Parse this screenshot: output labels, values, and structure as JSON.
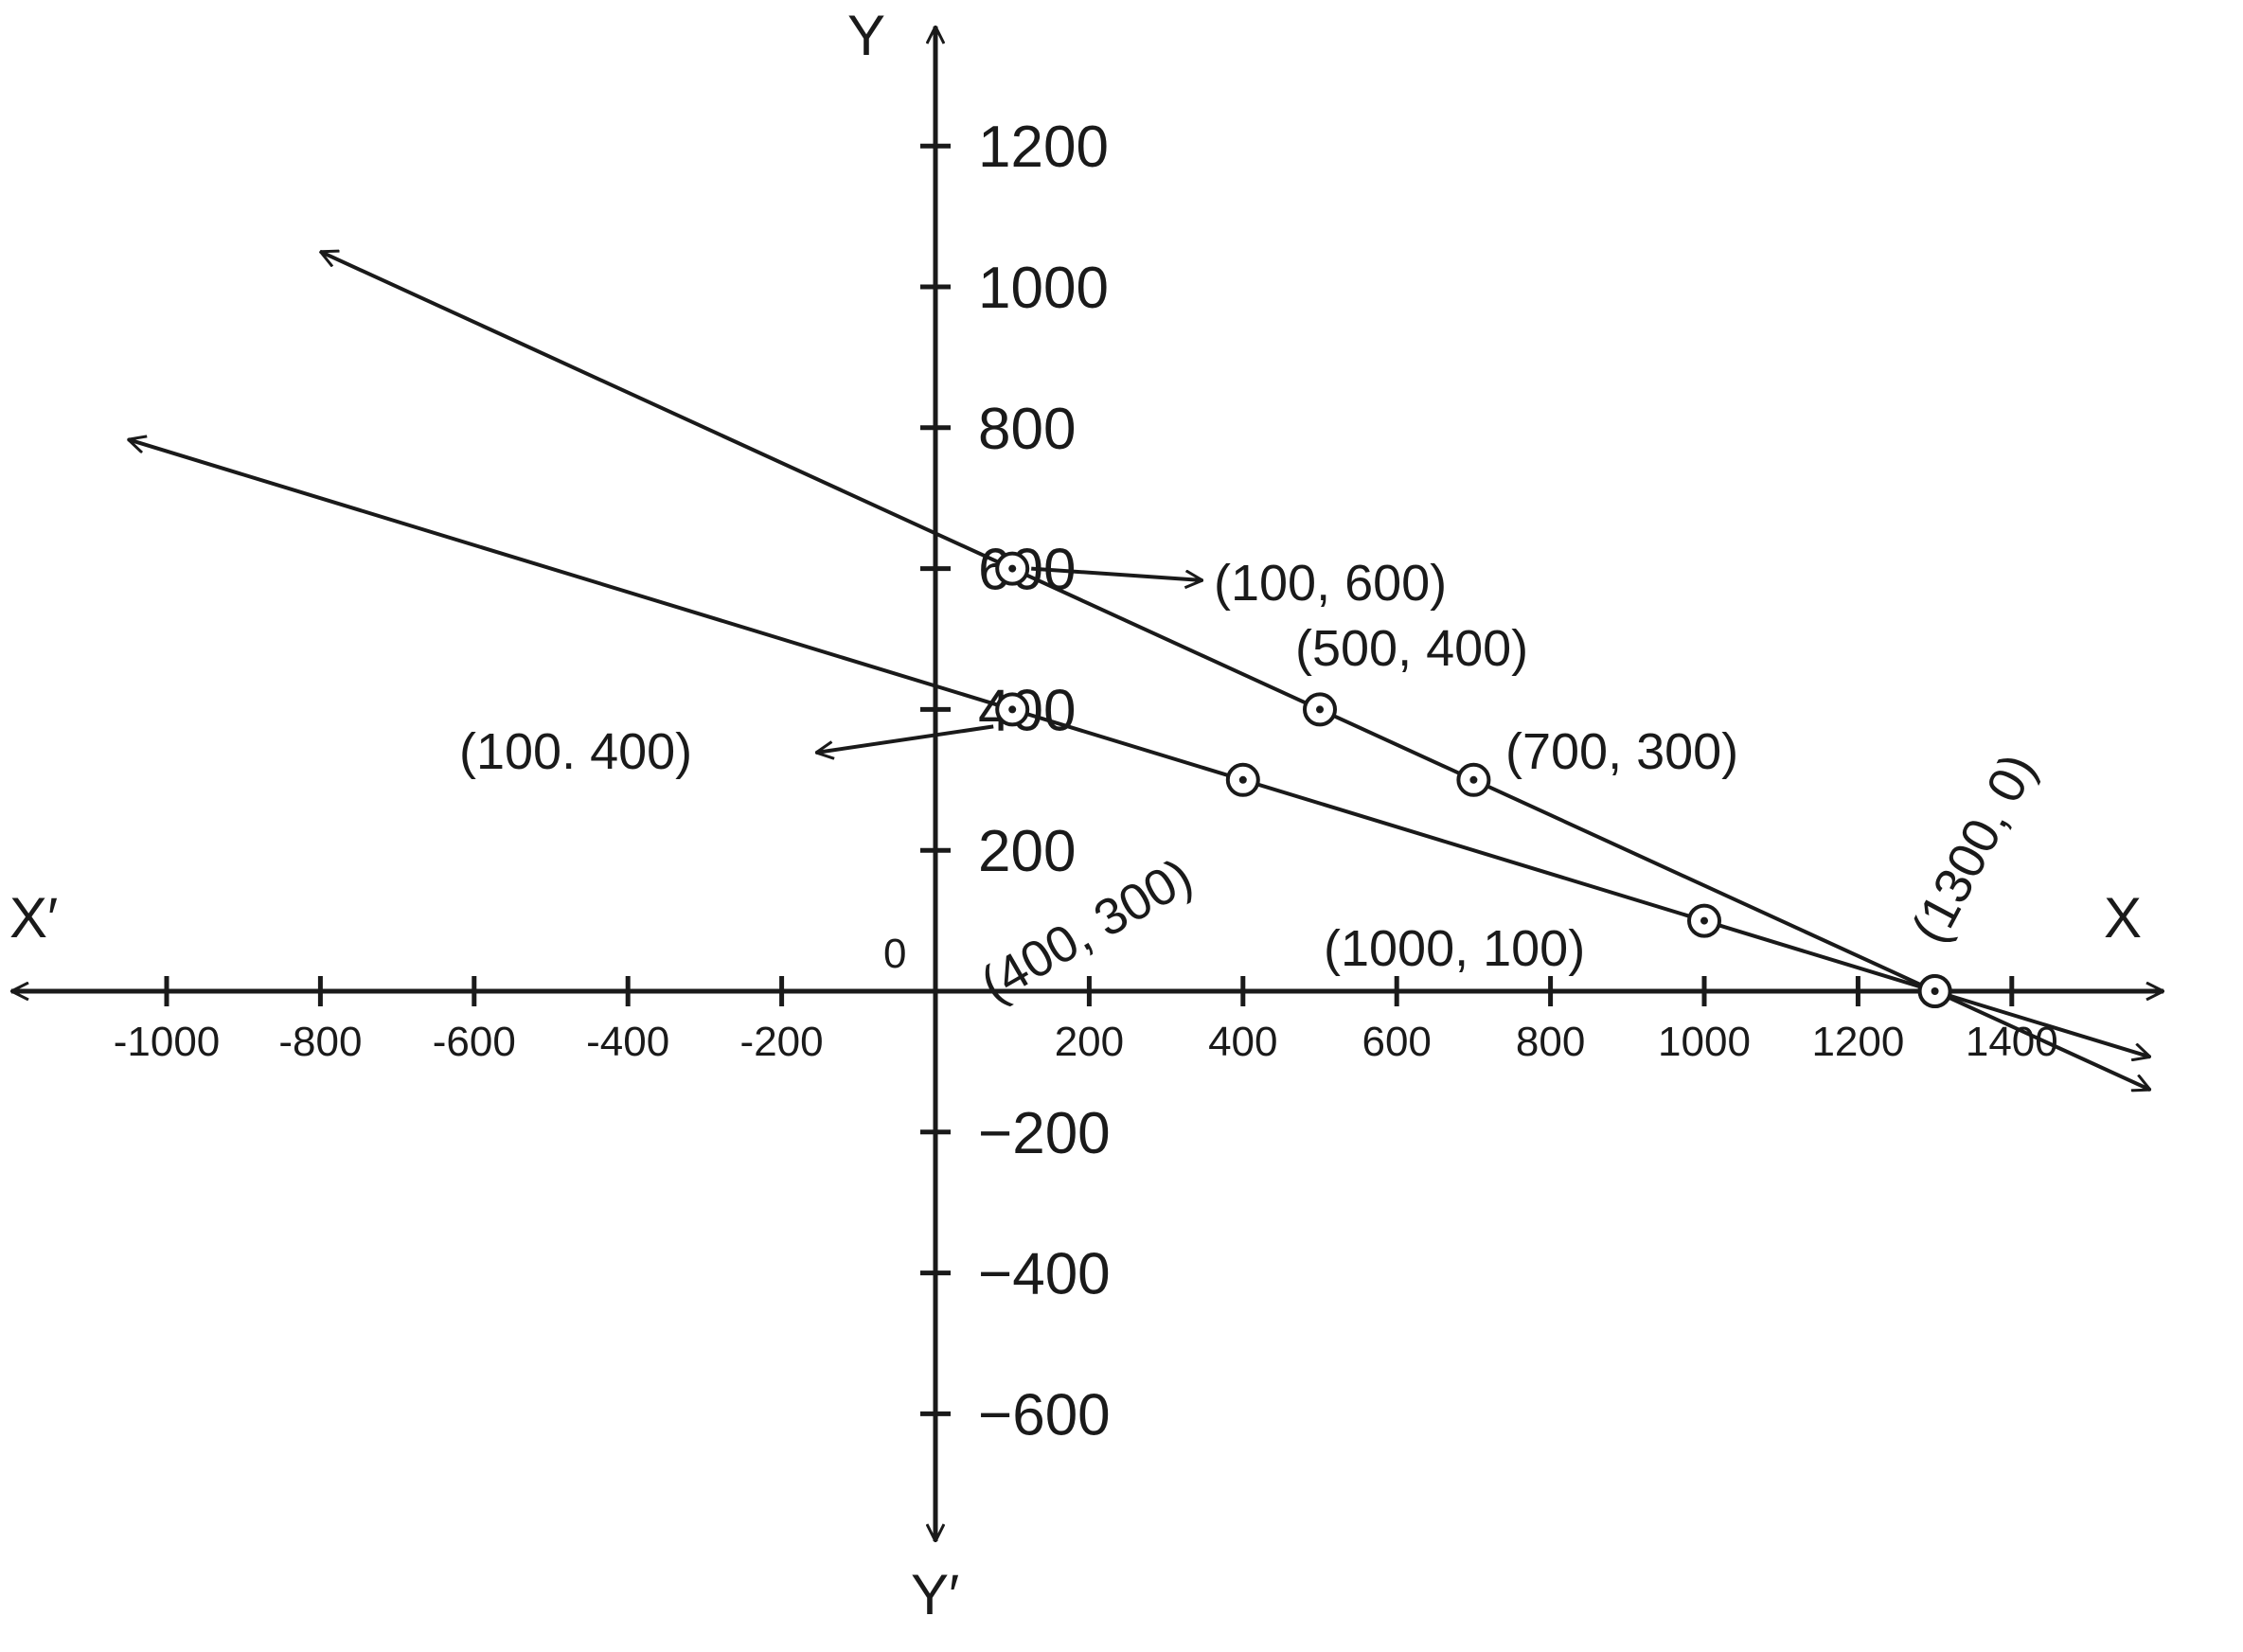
{
  "chart_data": {
    "type": "line",
    "axes": {
      "x_name": "X",
      "x_neg_name": "X′",
      "y_name": "Y",
      "y_neg_name": "Y′",
      "origin_label": "0",
      "xlim": [
        -1100,
        1600
      ],
      "ylim": [
        -750,
        1300
      ],
      "x_ticks": [
        -1000,
        -800,
        -600,
        -400,
        -200,
        200,
        400,
        600,
        800,
        1000,
        1200,
        1400
      ],
      "x_tick_labels": [
        "-1000",
        "-800",
        "-600",
        "-400",
        "-200",
        "200",
        "400",
        "600",
        "800",
        "1000",
        "1200",
        "1400"
      ],
      "y_ticks": [
        1200,
        1000,
        800,
        600,
        400,
        200,
        -200,
        -400,
        -600
      ],
      "y_tick_labels": [
        "1200",
        "1000",
        "800",
        "600",
        "400",
        "200",
        "−200",
        "−400",
        "−600"
      ],
      "grid": false
    },
    "series": [
      {
        "x": [
          100,
          500,
          700,
          1300
        ],
        "y": [
          600,
          400,
          300,
          0
        ],
        "extends_both_ways": true
      },
      {
        "x": [
          100,
          400,
          1000,
          1300
        ],
        "y": [
          400,
          300,
          100,
          0
        ],
        "extends_both_ways": true
      }
    ],
    "annotations": [
      {
        "text": "(100, 600)",
        "x": 100,
        "y": 600
      },
      {
        "text": "(500, 400)",
        "x": 500,
        "y": 400
      },
      {
        "text": "(700, 300)",
        "x": 700,
        "y": 300
      },
      {
        "text": "(1300, 0)",
        "x": 1300,
        "y": 0
      },
      {
        "text": "(100. 400)",
        "x": 100,
        "y": 400
      },
      {
        "text": "(400, 300)",
        "x": 400,
        "y": 300
      },
      {
        "text": "(1000, 100)",
        "x": 1000,
        "y": 100
      }
    ]
  }
}
